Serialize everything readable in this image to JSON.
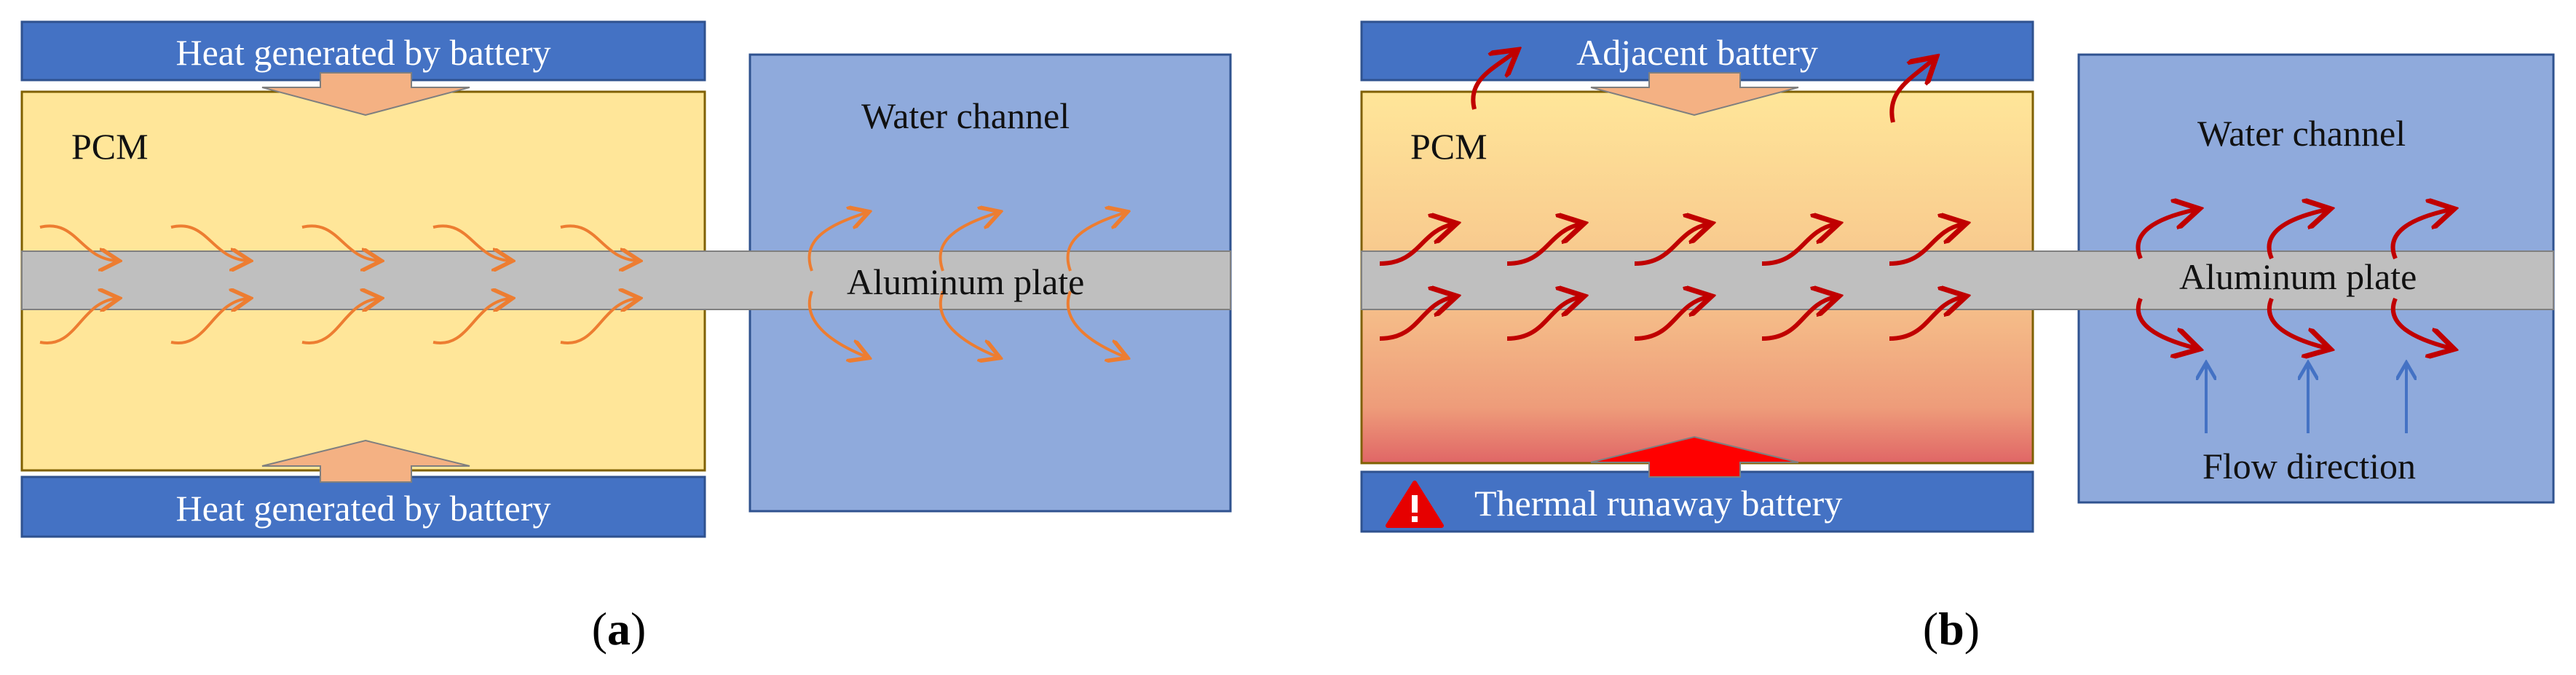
{
  "colors": {
    "battery_bar": "#4472C4",
    "battery_bar_border": "#2F528F",
    "pcm_fill": "#FFE699",
    "pcm_border": "#7F6000",
    "pcm_hot": "#E06666",
    "water_fill": "#8FAADC",
    "water_border": "#2F528F",
    "plate_fill": "#BFBFBF",
    "plate_border": "#808080",
    "heat_arrow_soft": "#F4B183",
    "heat_arrow_hot": "#FF0000",
    "flow_arrow_normal": "#ED7D31",
    "flow_arrow_runaway": "#C00000",
    "water_flow_arrow": "#4472C4",
    "warning": "#E60000"
  },
  "panel_a": {
    "caption": "a",
    "top_battery_label": "Heat generated by battery",
    "bottom_battery_label": "Heat generated by battery",
    "pcm_label": "PCM",
    "water_channel_label": "Water channel",
    "plate_label": "Aluminum plate"
  },
  "panel_b": {
    "caption": "b",
    "top_battery_label": "Adjacent battery",
    "bottom_battery_label": "Thermal runaway battery",
    "warning_icon": "warning-triangle-icon",
    "pcm_label": "PCM",
    "water_channel_label": "Water channel",
    "plate_label": "Aluminum plate",
    "flow_label": "Flow direction"
  }
}
